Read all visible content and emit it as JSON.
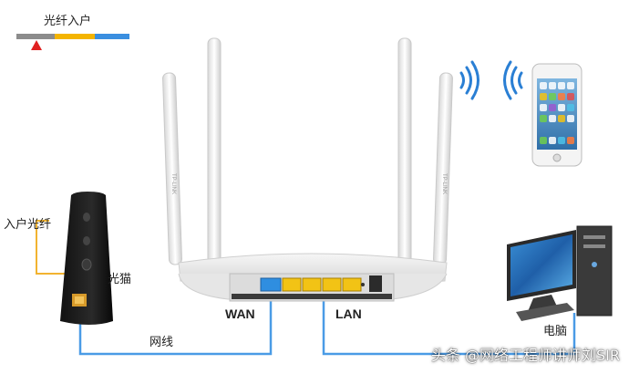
{
  "title": "光纤入户",
  "labels": {
    "fiber_in": "入户光纤",
    "modem": "光猫",
    "cable": "网线",
    "wan": "WAN",
    "lan": "LAN",
    "computer": "电脑"
  },
  "watermark": "头条 @网络工程师讲师刘SIR",
  "colors": {
    "fiber_bar_gray": "#8c8c8c",
    "fiber_bar_yellow": "#f4b400",
    "fiber_bar_blue": "#3b8fe0",
    "fiber_line": "#f2b330",
    "cable_line": "#4a9be6",
    "marker": "#e02020"
  },
  "icons": [
    "wifi-icon",
    "wifi-icon"
  ]
}
